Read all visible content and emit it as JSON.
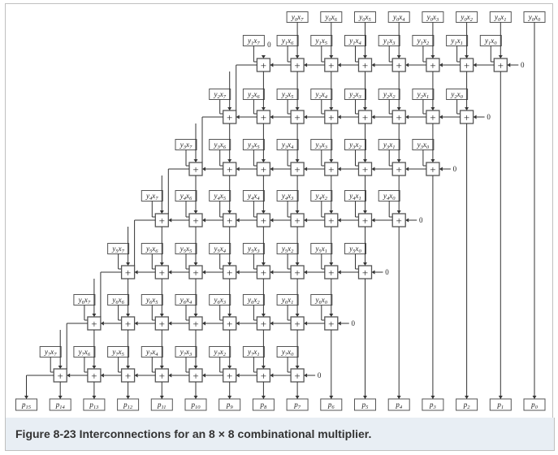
{
  "diagram": {
    "rows": 8,
    "cols": 8,
    "adder_symbol": "+",
    "carry_in_label": "0",
    "partial_products": [
      [
        "y0x7",
        "y0x6",
        "y0x5",
        "y0x4",
        "y0x3",
        "y0x2",
        "y0x1",
        "y0x0"
      ],
      [
        "y1x7",
        "y1x6",
        "y1x5",
        "y1x4",
        "y1x3",
        "y1x2",
        "y1x1",
        "y1x0"
      ],
      [
        "y2x7",
        "y2x6",
        "y2x5",
        "y2x4",
        "y2x3",
        "y2x2",
        "y2x1",
        "y2x0"
      ],
      [
        "y3x7",
        "y3x6",
        "y3x5",
        "y3x4",
        "y3x3",
        "y3x2",
        "y3x1",
        "y3x0"
      ],
      [
        "y4x7",
        "y4x6",
        "y4x5",
        "y4x4",
        "y4x3",
        "y4x2",
        "y4x1",
        "y4x0"
      ],
      [
        "y5x7",
        "y5x6",
        "y5x5",
        "y5x4",
        "y5x3",
        "y5x2",
        "y5x1",
        "y5x0"
      ],
      [
        "y6x7",
        "y6x6",
        "y6x5",
        "y6x4",
        "y6x3",
        "y6x2",
        "y6x1",
        "y6x0"
      ],
      [
        "y7x7",
        "y7x6",
        "y7x5",
        "y7x4",
        "y7x3",
        "y7x2",
        "y7x1",
        "y7x0"
      ]
    ],
    "outputs": [
      "p15",
      "p14",
      "p13",
      "p12",
      "p11",
      "p10",
      "p9",
      "p8",
      "p7",
      "p6",
      "p5",
      "p4",
      "p3",
      "p2",
      "p1",
      "p0"
    ],
    "line_color": "#333333",
    "box_color": "#555555"
  },
  "caption": "Figure 8-23 Interconnections for an 8 × 8 combinational multiplier."
}
